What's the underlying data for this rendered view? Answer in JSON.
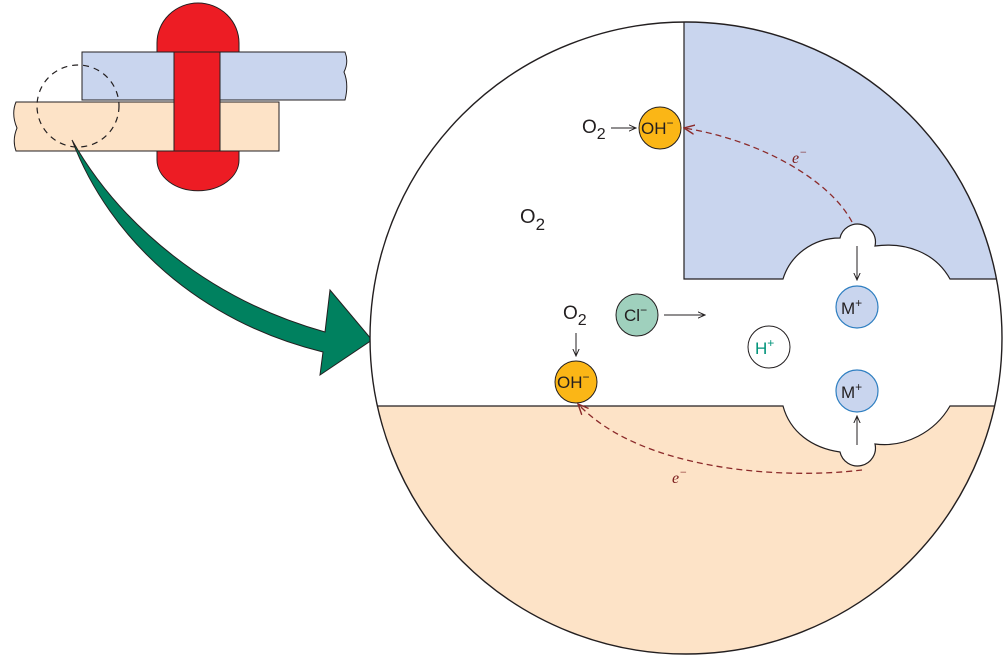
{
  "colors": {
    "top_plate": "#c9d5ee",
    "bottom_plate": "#fde3c7",
    "rivet": "#ed1c24",
    "arrow_fill": "#00815f",
    "hydroxide": "#fbb616",
    "chloride": "#9fd0bd",
    "metal_ion": "#c9d5ee",
    "metal_ion_stroke": "#2f7fc1",
    "hydrogen_text": "#00937a",
    "electron_path": "#8b2a2a",
    "outline": "#231f20"
  },
  "labels": {
    "o2_top": "O",
    "o2_top_sub": "2",
    "o2_middle": "O",
    "o2_middle_sub": "2",
    "o2_lower": "O",
    "o2_lower_sub": "2",
    "oh_top": "OH",
    "oh_top_sup": "−",
    "oh_bottom": "OH",
    "oh_bottom_sup": "−",
    "cl": "Cl",
    "cl_sup": "−",
    "h": "H",
    "h_sup": "+",
    "m_top": "M",
    "m_top_sup": "+",
    "m_bottom": "M",
    "m_bottom_sup": "+",
    "e_top": "e",
    "e_top_sup": "−",
    "e_bottom": "e",
    "e_bottom_sup": "−"
  },
  "icons": {
    "rivet": "rivet-icon",
    "magnify_circle": "magnify-circle-icon",
    "zoom_arrow": "curved-arrow-icon"
  }
}
